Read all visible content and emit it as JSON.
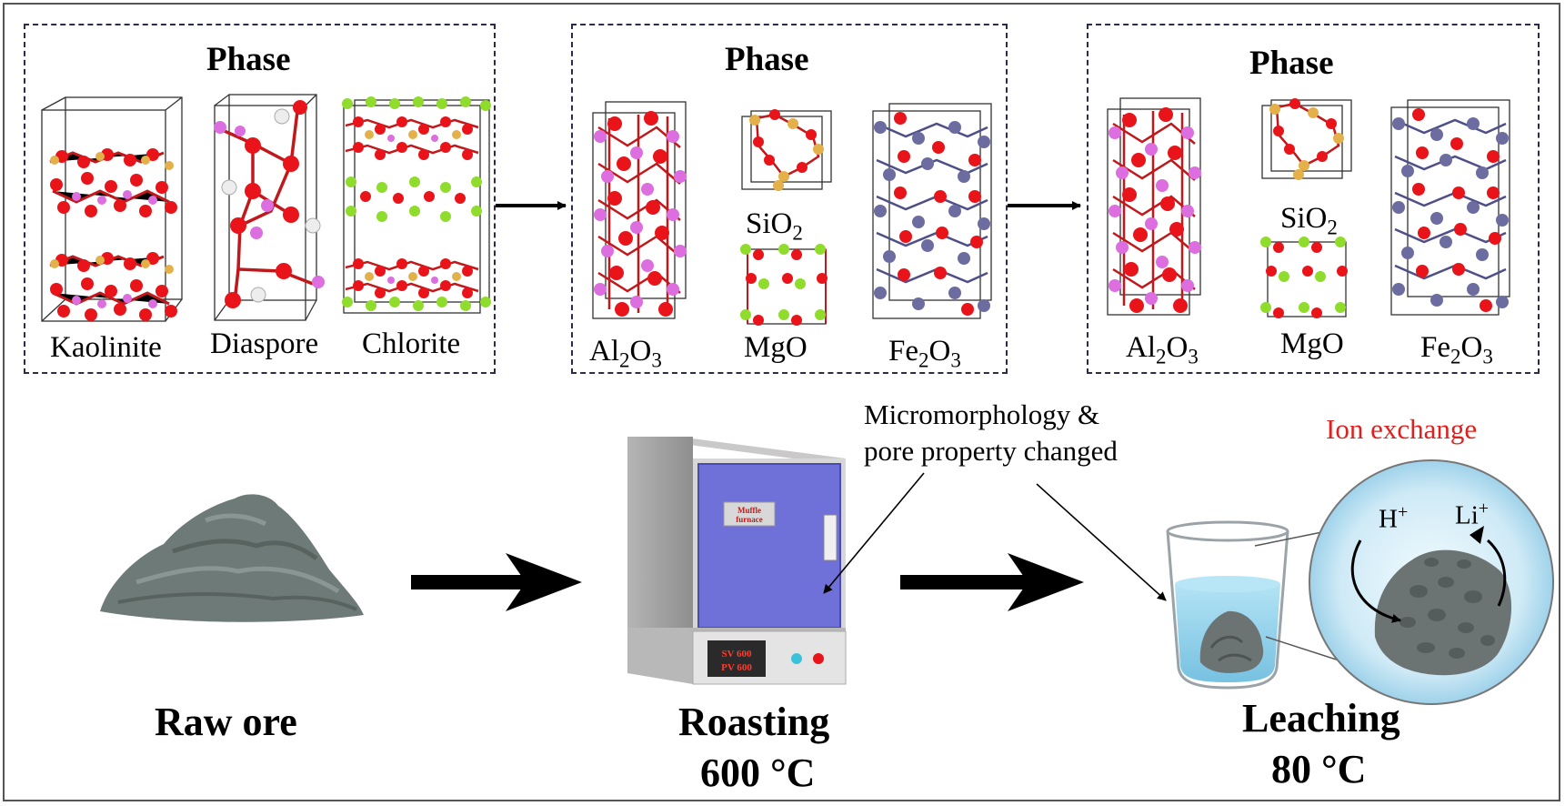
{
  "panels": [
    {
      "heading": "Phase",
      "labels": [
        "Kaolinite",
        "Diaspore",
        "Chlorite"
      ]
    },
    {
      "heading": "Phase",
      "labels": [
        {
          "base": "Al",
          "sub1": "2",
          "mid": "O",
          "sub2": "3"
        },
        {
          "base": "SiO",
          "sub1": "2"
        },
        {
          "base": "MgO"
        },
        {
          "base": "Fe",
          "sub1": "2",
          "mid": "O",
          "sub2": "3"
        }
      ]
    },
    {
      "heading": "Phase",
      "labels": [
        {
          "base": "Al",
          "sub1": "2",
          "mid": "O",
          "sub2": "3"
        },
        {
          "base": "SiO",
          "sub1": "2"
        },
        {
          "base": "MgO"
        },
        {
          "base": "Fe",
          "sub1": "2",
          "mid": "O",
          "sub2": "3"
        }
      ]
    }
  ],
  "steps": {
    "raw": "Raw ore",
    "roasting": "Roasting",
    "roasting_temp": "600 °C",
    "leaching": "Leaching",
    "leaching_temp": "80 °C"
  },
  "annotation": {
    "line1": "Micromorphology &",
    "line2": "pore property changed"
  },
  "ion_exchange": "Ion exchange",
  "ions": {
    "h": "H",
    "h_charge": "+",
    "li": "Li",
    "li_charge": "+"
  },
  "furnace": {
    "plate1": "Muffle",
    "plate2": "furnace",
    "sv": "SV 600",
    "pv": "PV 600"
  },
  "colors": {
    "oxygen": "#e8141a",
    "aluminum": "#dc6ee0",
    "silicon": "#e3b04a",
    "magnesium": "#8fdc2c",
    "iron": "#6c6ca0",
    "hydrogen": "#ededed",
    "furnace_door": "#6f70d8",
    "water": "#8fd3ee",
    "ion_label": "#e0201e"
  }
}
